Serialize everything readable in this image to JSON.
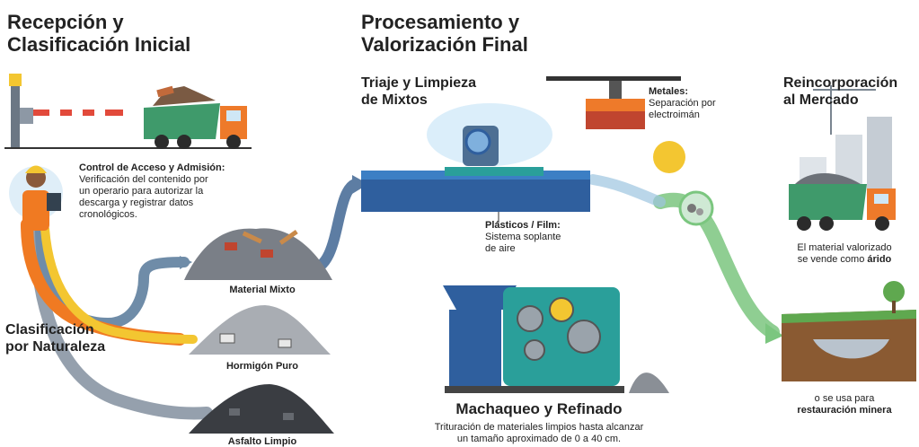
{
  "sections": {
    "reception_title": [
      "Recepción y",
      "Clasificación Inicial"
    ],
    "processing_title": [
      "Procesamiento y",
      "Valorización Final"
    ]
  },
  "access": {
    "heading": "Control de Acceso y Admisión:",
    "lines": [
      "Verificación del contenido por",
      "un operario para autorizar la",
      "descarga y registrar datos",
      "cronológicos."
    ]
  },
  "classification": {
    "title": [
      "Clasificación",
      "por Naturaleza"
    ],
    "piles": [
      "Material Mixto",
      "Hormigón Puro",
      "Asfalto Limpio"
    ]
  },
  "triage": {
    "title": [
      "Triaje y Limpieza",
      "de Mixtos"
    ],
    "metals_heading": "Metales:",
    "metals_lines": [
      "Separación por",
      "electroimán"
    ],
    "plastics_heading": "Plásticos / Film:",
    "plastics_lines": [
      "Sistema soplante",
      "de aire"
    ]
  },
  "crushing": {
    "title": "Machaqueo y Refinado",
    "lines": [
      "Trituración de materiales limpios hasta alcanzar",
      "un tamaño aproximado de 0 a 40 cm."
    ]
  },
  "market": {
    "title": [
      "Reincorporación",
      "al Mercado"
    ],
    "sold_lines": [
      "El material valorizado",
      "se vende como "
    ],
    "sold_bold": "árido",
    "restore_line": "o se usa para",
    "restore_bold": "restauración minera"
  },
  "colors": {
    "orange_flow": "#f07a22",
    "yellow_flow": "#f3c631",
    "blue_flow": "#2f86c8",
    "gray_flow": "#8a96a4",
    "green_flow": "#7bc67f",
    "machine_teal": "#2a9f9a",
    "machine_blue": "#2f5f9e",
    "truck_green": "#3f9a6b",
    "truck_orange": "#ee7a2a"
  }
}
